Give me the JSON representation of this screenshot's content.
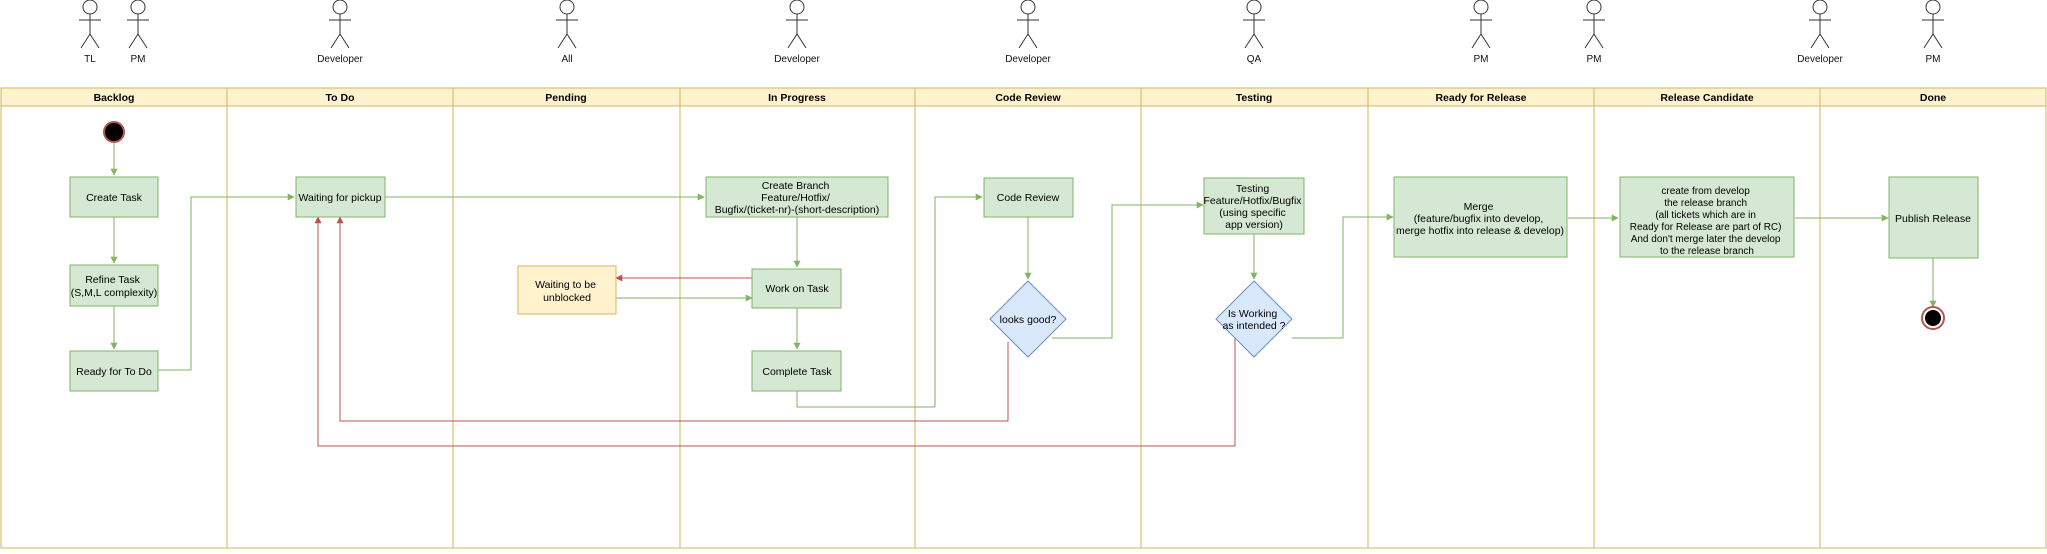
{
  "actors": {
    "tl": "TL",
    "pm_backlog": "PM",
    "dev_todo": "Developer",
    "all": "All",
    "dev_inprogress": "Developer",
    "dev_review": "Developer",
    "qa": "QA",
    "pm_ready": "PM",
    "pm_rc": "PM",
    "dev_rc_done": "Developer",
    "pm_done": "PM"
  },
  "lanes": {
    "backlog": "Backlog",
    "todo": "To Do",
    "pending": "Pending",
    "in_progress": "In Progress",
    "code_review": "Code Review",
    "testing": "Testing",
    "ready_for_release": "Ready for Release",
    "release_candidate": "Release Candidate",
    "done": "Done"
  },
  "nodes": {
    "create_task": "Create Task",
    "refine_task": [
      "Refine Task",
      "(S,M,L complexity)"
    ],
    "ready_for_todo": "Ready for To Do",
    "waiting_for_pickup": "Waiting for pickup",
    "waiting_unblocked": [
      "Waiting to be",
      "unblocked"
    ],
    "create_branch": [
      "Create Branch",
      "Feature/Hotfix/",
      "Bugfix/(ticket-nr)-(short-description)"
    ],
    "work_on_task": "Work on Task",
    "complete_task": "Complete Task",
    "code_review": "Code Review",
    "looks_good": "looks good?",
    "testing": [
      "Testing",
      "Feature/Hotfix/Bugfix",
      "(using specific",
      "app version)"
    ],
    "is_working": [
      "Is Working",
      "as intended ?"
    ],
    "merge": [
      "Merge",
      "(feature/bugfix into develop,",
      "merge hotfix into release & develop)"
    ],
    "release_candidate": [
      "create from develop",
      "the release branch",
      "(all tickets which are in",
      "Ready for Release are part of RC)",
      "And don't merge later the develop",
      "to the release branch"
    ],
    "publish_release": "Publish Release"
  },
  "colors": {
    "lane_border": "#d6b656",
    "lane_header": "#fff2cc",
    "process_fill": "#d5e8d4",
    "process_stroke": "#82b366",
    "pending_fill": "#fff2cc",
    "pending_stroke": "#d6b656",
    "decision_fill": "#dae8fc",
    "decision_stroke": "#6c8ebf",
    "flow_green": "#82b366",
    "flow_red": "#b85450"
  }
}
